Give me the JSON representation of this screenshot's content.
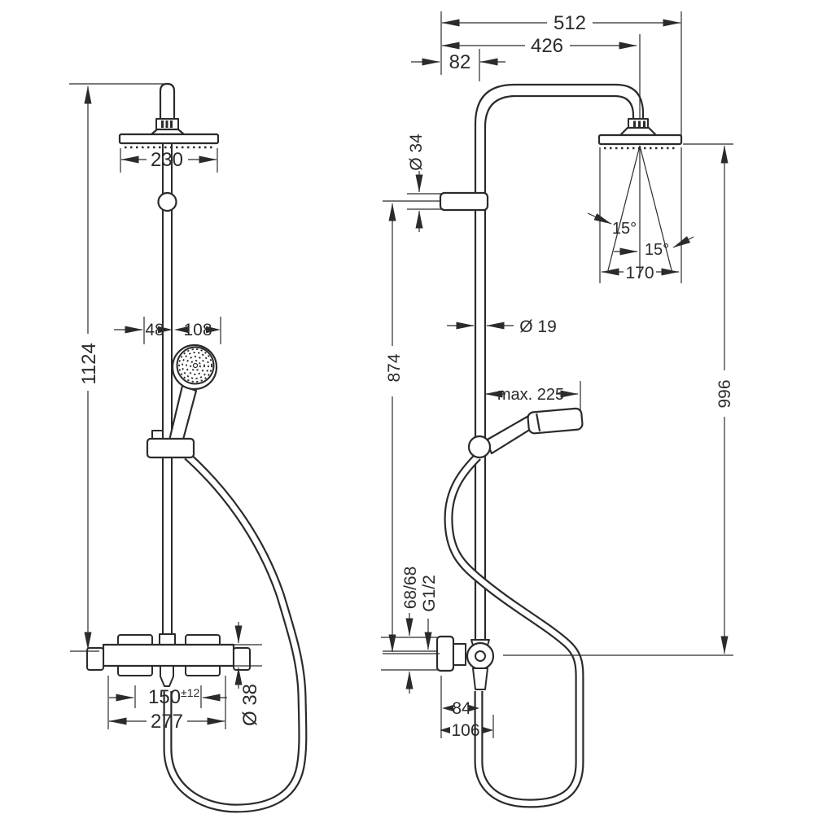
{
  "drawing": {
    "type": "technical-dimension-drawing",
    "subject": "shower pipe with overhead shower, hand shower and thermostat",
    "line_color": "#2b2b2b",
    "background_color": "#ffffff",
    "front_view": {
      "head_width": "230",
      "hand_shower_offset": "48",
      "hand_shower_width": "108",
      "total_height": "1124",
      "connection_centers": "150",
      "connection_tolerance": "±12",
      "valve_width": "277",
      "valve_diameter": "Ø 38"
    },
    "side_view": {
      "overall_depth": "512",
      "head_center_depth": "426",
      "wall_to_rail": "82",
      "bracket_diameter": "Ø 34",
      "rail_height": "874",
      "spray_angle_left": "15°",
      "spray_angle_right": "15°",
      "spray_width": "170",
      "rail_diameter": "Ø 19",
      "hand_shower_reach": "max. 225",
      "head_height": "996",
      "supply_spacing": "68/68",
      "connection_thread": "G1/2",
      "wall_to_hose": "84",
      "wall_to_hose_outer": "106"
    }
  }
}
